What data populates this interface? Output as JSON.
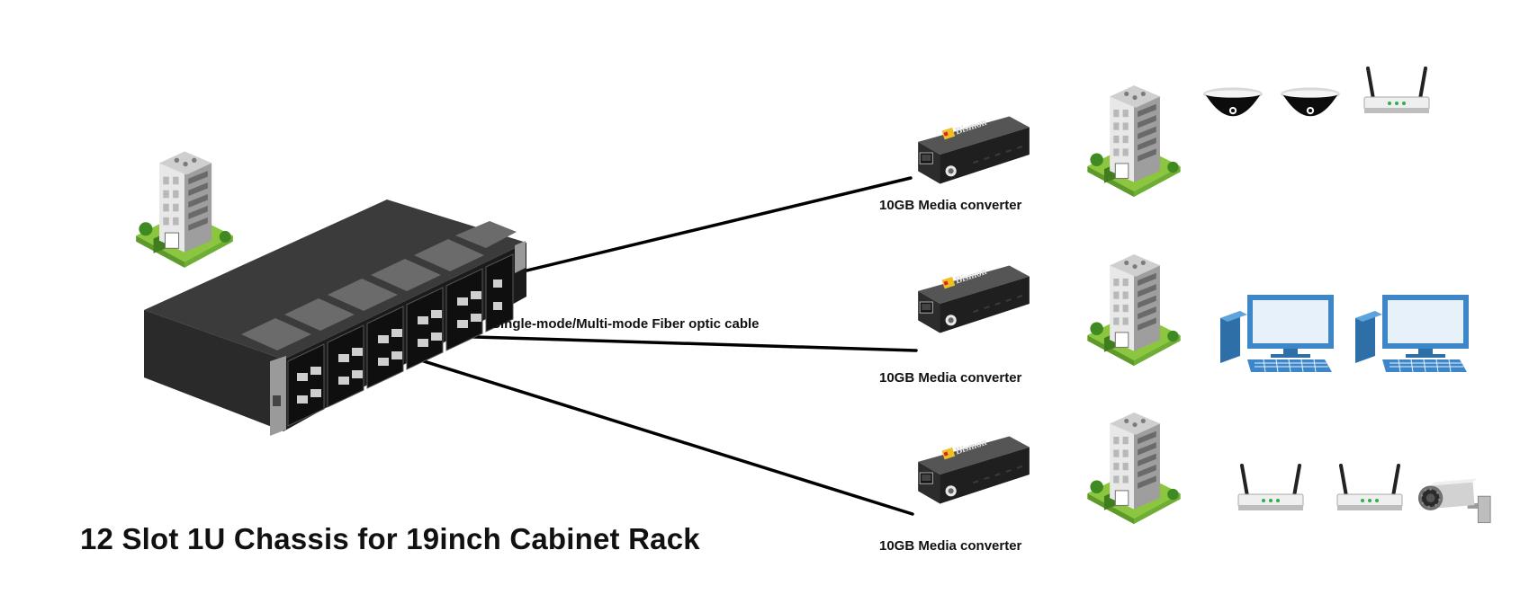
{
  "title": "12 Slot 1U Chassis for 19inch Cabinet Rack",
  "cable_label": "Single-mode/Multi-mode Fiber optic cable",
  "converters": [
    {
      "label": "10GB Media converter",
      "brand": "Bismon"
    },
    {
      "label": "10GB Media converter",
      "brand": "Bismon"
    },
    {
      "label": "10GB Media converter",
      "brand": "Bismon"
    }
  ],
  "device_rows": [
    {
      "devices": [
        "dome-camera",
        "dome-camera",
        "wireless-router"
      ]
    },
    {
      "devices": [
        "desktop-computer",
        "desktop-computer"
      ]
    },
    {
      "devices": [
        "wireless-router",
        "wireless-router",
        "bullet-camera"
      ]
    }
  ],
  "colors": {
    "cable": "#000000",
    "chassis": "#3a3a3a",
    "grass": "#7cc242",
    "monitor": "#3d87c9"
  }
}
